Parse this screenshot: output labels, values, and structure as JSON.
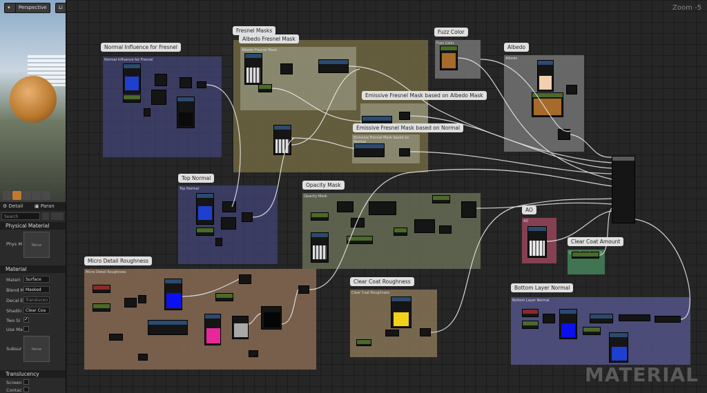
{
  "viewport": {
    "tabs": [
      "Perspective",
      "Li"
    ]
  },
  "panel": {
    "tabs": [
      "Detail",
      "Paran"
    ],
    "search_placeholder": "Search",
    "sections": {
      "physical_material": "Physical Material",
      "material": "Material",
      "translucency": "Translucency"
    },
    "props": {
      "phys_material": "Phys M",
      "material_domain": "Materi",
      "blend_mode": "Blend M",
      "decal_blend": "Decal E",
      "shading_model": "Shadin",
      "two_sided": "Two Si",
      "use_material": "Use Ma",
      "subsurface": "Subsur",
      "screen": "Screen",
      "contact": "Contac"
    },
    "values": {
      "phys_thumb": "None",
      "domain": "Surface",
      "blend": "Masked",
      "decal": "Translucen",
      "shading": "Clear Coa",
      "subsurface_thumb": "None"
    }
  },
  "canvas": {
    "zoom": "Zoom -5",
    "watermark": "MATERIAL",
    "comments": {
      "normal_fresnel": "Normal Influence for Fresnel",
      "fresnel_masks": "Fresnel Masks",
      "albedo_fresnel": "Albedo Fresnel Mask",
      "emissive_albedo": "Emissive Fresnel Mask based on Albedo Mask",
      "emissive_normal": "Emissive Fresnel Mask based on Normal",
      "fuzz_color": "Fuzz Color",
      "albedo": "Albedo",
      "top_normal": "Top Normal",
      "opacity_mask": "Opacity Mask",
      "ao": "AO",
      "clear_coat_amount": "Clear Coat Amount",
      "micro_detail": "Micro Detail Roughness",
      "clear_coat_roughness": "Clear Coat Roughness",
      "bottom_normal": "Bottom Layer Normal"
    }
  },
  "colors": {
    "normal_blue": "#1f3fd0",
    "fuzz_brown": "#a66a2a",
    "albedo_skin": "#f2cfae",
    "magenta": "#e8289a",
    "yellow": "#f5d21a",
    "pure_blue": "#0a10f0"
  }
}
